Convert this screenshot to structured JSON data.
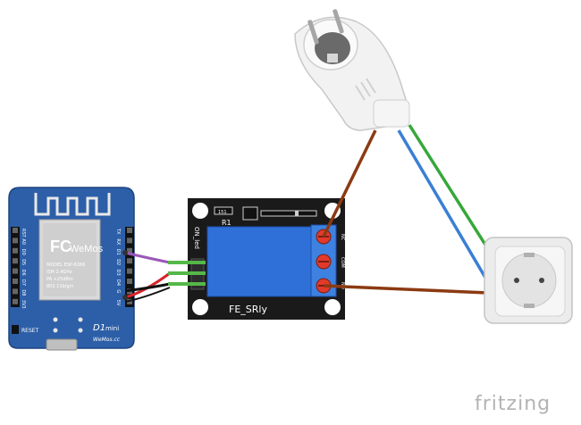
{
  "d1": {
    "pins_left": [
      "RST",
      "A0",
      "D0",
      "D5",
      "D6",
      "D7",
      "D8",
      "3V3"
    ],
    "pins_right": [
      "TX",
      "RX",
      "D1",
      "D2",
      "D3",
      "D4",
      "G",
      "5V"
    ],
    "reset_label": "RESET",
    "model_line1": "D1",
    "model_line2": "mini",
    "site": "WeMos.cc",
    "chip_logo": "FC",
    "chip_brand": "WeMos",
    "chip_text": [
      "MODEL ESP-8266",
      "ISM 2.4GHz",
      "PA +25dBm",
      "802.11b/g/n"
    ]
  },
  "relay": {
    "name": "FE_SRly",
    "led_label": "ON_led",
    "r1_label": "R1",
    "r1_code": "151",
    "terminal_labels": [
      "NC",
      "COM",
      "NO"
    ]
  },
  "brand": "fritzing",
  "colors": {
    "board_blue": "#2d5fa8",
    "relay_black": "#1a1a1a",
    "relay_blue": "#2f6fd8",
    "terminal_blue": "#3d82e0",
    "wire_brown": "#8b3a12",
    "wire_blue": "#3a7fd4",
    "wire_green": "#36a83a",
    "wire_red": "#d8232a",
    "wire_purple": "#9a58b8",
    "wire_black": "#111111",
    "wire_dupont_green": "#54b848"
  },
  "icons": [
    "wifi-antenna-icon",
    "schuko-plug-icon",
    "wall-socket-icon"
  ]
}
